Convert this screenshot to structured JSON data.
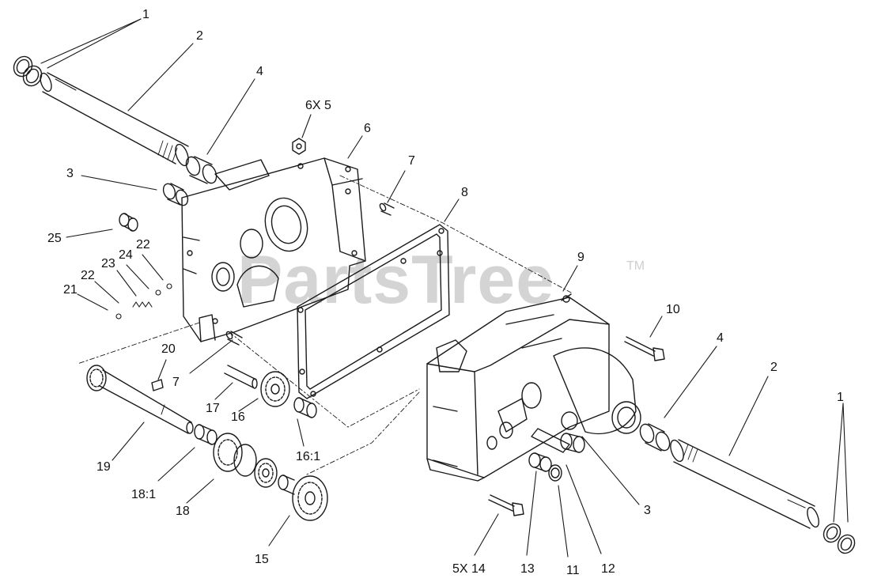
{
  "watermark": {
    "text": "PartsTree",
    "tm": "TM"
  },
  "callouts": {
    "c1a": "1",
    "c2a": "2",
    "c4a": "4",
    "c6x5": "6X 5",
    "c6": "6",
    "c7a": "7",
    "c8": "8",
    "c3a": "3",
    "c25": "25",
    "c22a": "22",
    "c24": "24",
    "c23": "23",
    "c22b": "22",
    "c21": "21",
    "c9": "9",
    "c10": "10",
    "c4b": "4",
    "c2b": "2",
    "c1b": "1",
    "c20": "20",
    "c7b": "7",
    "c17": "17",
    "c16": "16",
    "c161": "16:1",
    "c19": "19",
    "c181": "18:1",
    "c18": "18",
    "c15": "15",
    "c3b": "3",
    "c5x14": "5X 14",
    "c13": "13",
    "c11": "11",
    "c12": "12"
  }
}
